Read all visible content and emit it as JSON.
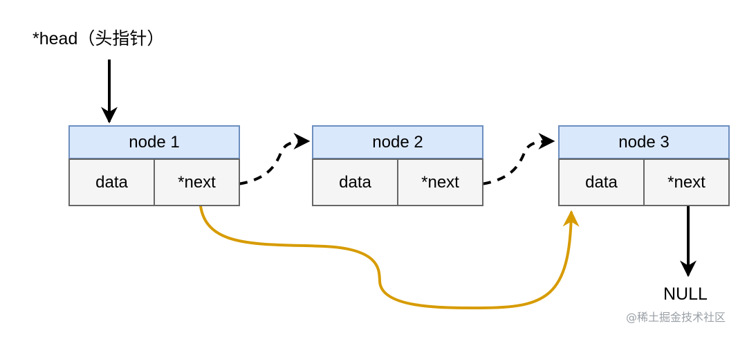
{
  "head_pointer": "*head（头指针）",
  "null_label": "NULL",
  "watermark": "@稀土掘金技术社区",
  "nodes": [
    {
      "title": "node 1",
      "data_field": "data",
      "next_field": "*next"
    },
    {
      "title": "node 2",
      "data_field": "data",
      "next_field": "*next"
    },
    {
      "title": "node 3",
      "data_field": "data",
      "next_field": "*next"
    }
  ],
  "colors": {
    "node_header_fill": "#dae8fc",
    "node_header_stroke": "#6c8ebf",
    "node_cell_fill": "#f5f5f5",
    "node_cell_stroke": "#666666",
    "highlight_arrow": "#d79b00",
    "arrow": "#000000"
  }
}
